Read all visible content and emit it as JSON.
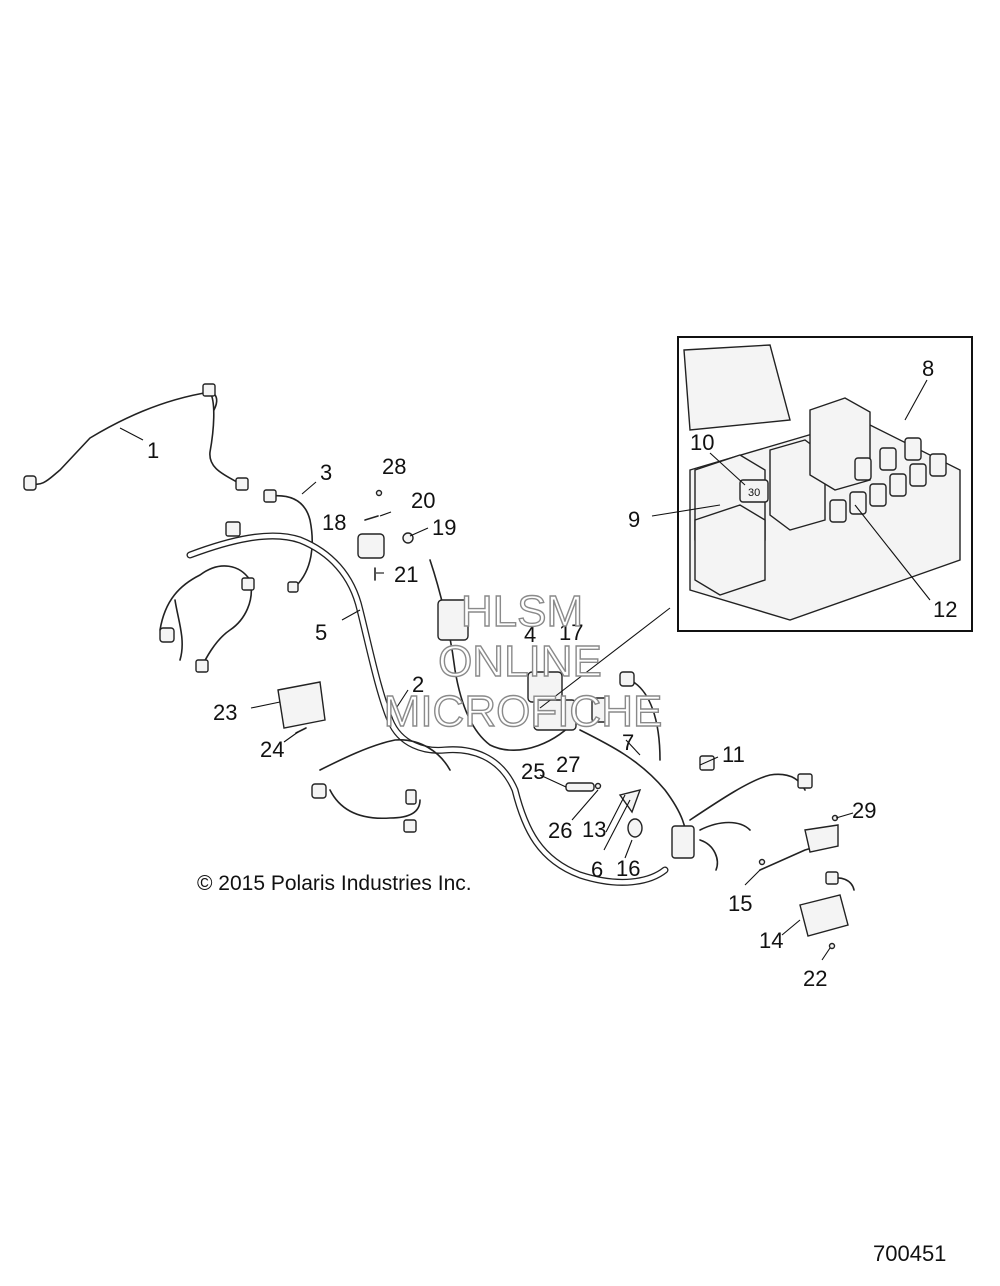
{
  "copyright": "© 2015 Polaris Industries Inc.",
  "document_number": "700451",
  "watermark": {
    "lines": [
      "HLSM",
      "ONLINE",
      "MICROFICHE"
    ]
  },
  "callouts": [
    "1",
    "2",
    "3",
    "4",
    "5",
    "6",
    "7",
    "8",
    "9",
    "10",
    "11",
    "12",
    "13",
    "14",
    "15",
    "16",
    "17",
    "18",
    "19",
    "20",
    "21",
    "22",
    "23",
    "24",
    "25",
    "26",
    "27",
    "28",
    "29"
  ],
  "inset": {
    "callouts": [
      "8",
      "9",
      "10",
      "12"
    ],
    "relay_label": "30"
  }
}
